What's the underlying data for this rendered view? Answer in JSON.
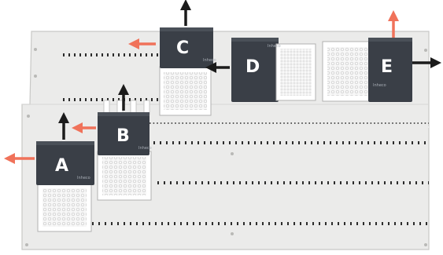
{
  "units": [
    {
      "id": "A",
      "label": "A",
      "brand": "Inheco"
    },
    {
      "id": "B",
      "label": "B",
      "brand": "Inheco"
    },
    {
      "id": "C",
      "label": "C",
      "brand": "Inheco"
    },
    {
      "id": "D",
      "label": "D",
      "brand": "Inheco"
    },
    {
      "id": "E",
      "label": "E",
      "brand": "Inheco"
    }
  ],
  "colors": {
    "module_body": "#3a3f47",
    "arrow_black": "#1b1b1b",
    "arrow_orange": "#f0725a",
    "deck": "#ebebea",
    "deck_edge": "#c8c8c6"
  }
}
